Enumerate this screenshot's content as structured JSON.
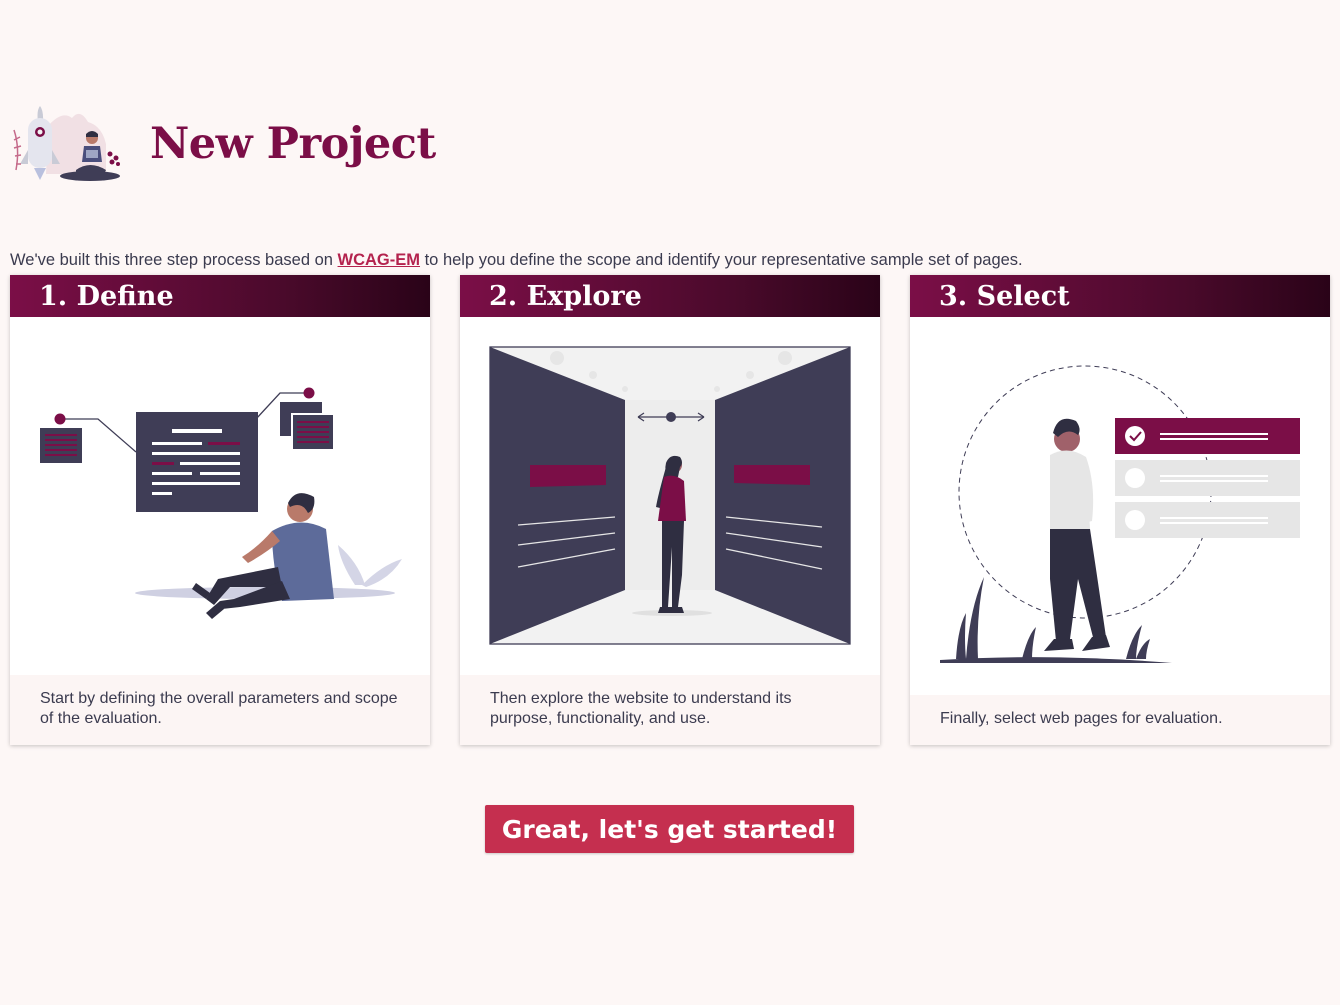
{
  "page": {
    "title": "New Project"
  },
  "intro": {
    "before": "We've built this three step process based on ",
    "link": "WCAG-EM",
    "after": " to help you define the scope and identify your representative sample set of pages."
  },
  "steps": [
    {
      "title": "1. Define",
      "description": "Start by defining the overall parameters and scope of the evaluation."
    },
    {
      "title": "2. Explore",
      "description": "Then explore the website to understand its purpose, functionality, and use."
    },
    {
      "title": "3. Select",
      "description": "Finally, select web pages for evaluation."
    }
  ],
  "cta": {
    "label": "Great, let's get started!"
  },
  "colors": {
    "brand": "#7b0e47",
    "brand_dark": "#2a0318",
    "accent": "#c52f4f",
    "link": "#b4234e",
    "ink": "#3f3d56",
    "background": "#fdf7f6"
  },
  "icons": {
    "header": "rocket-person-illustration",
    "step1": "person-thinking-documents-illustration",
    "step2": "woman-in-corridor-illustration",
    "step3": "man-selecting-checklist-illustration"
  }
}
